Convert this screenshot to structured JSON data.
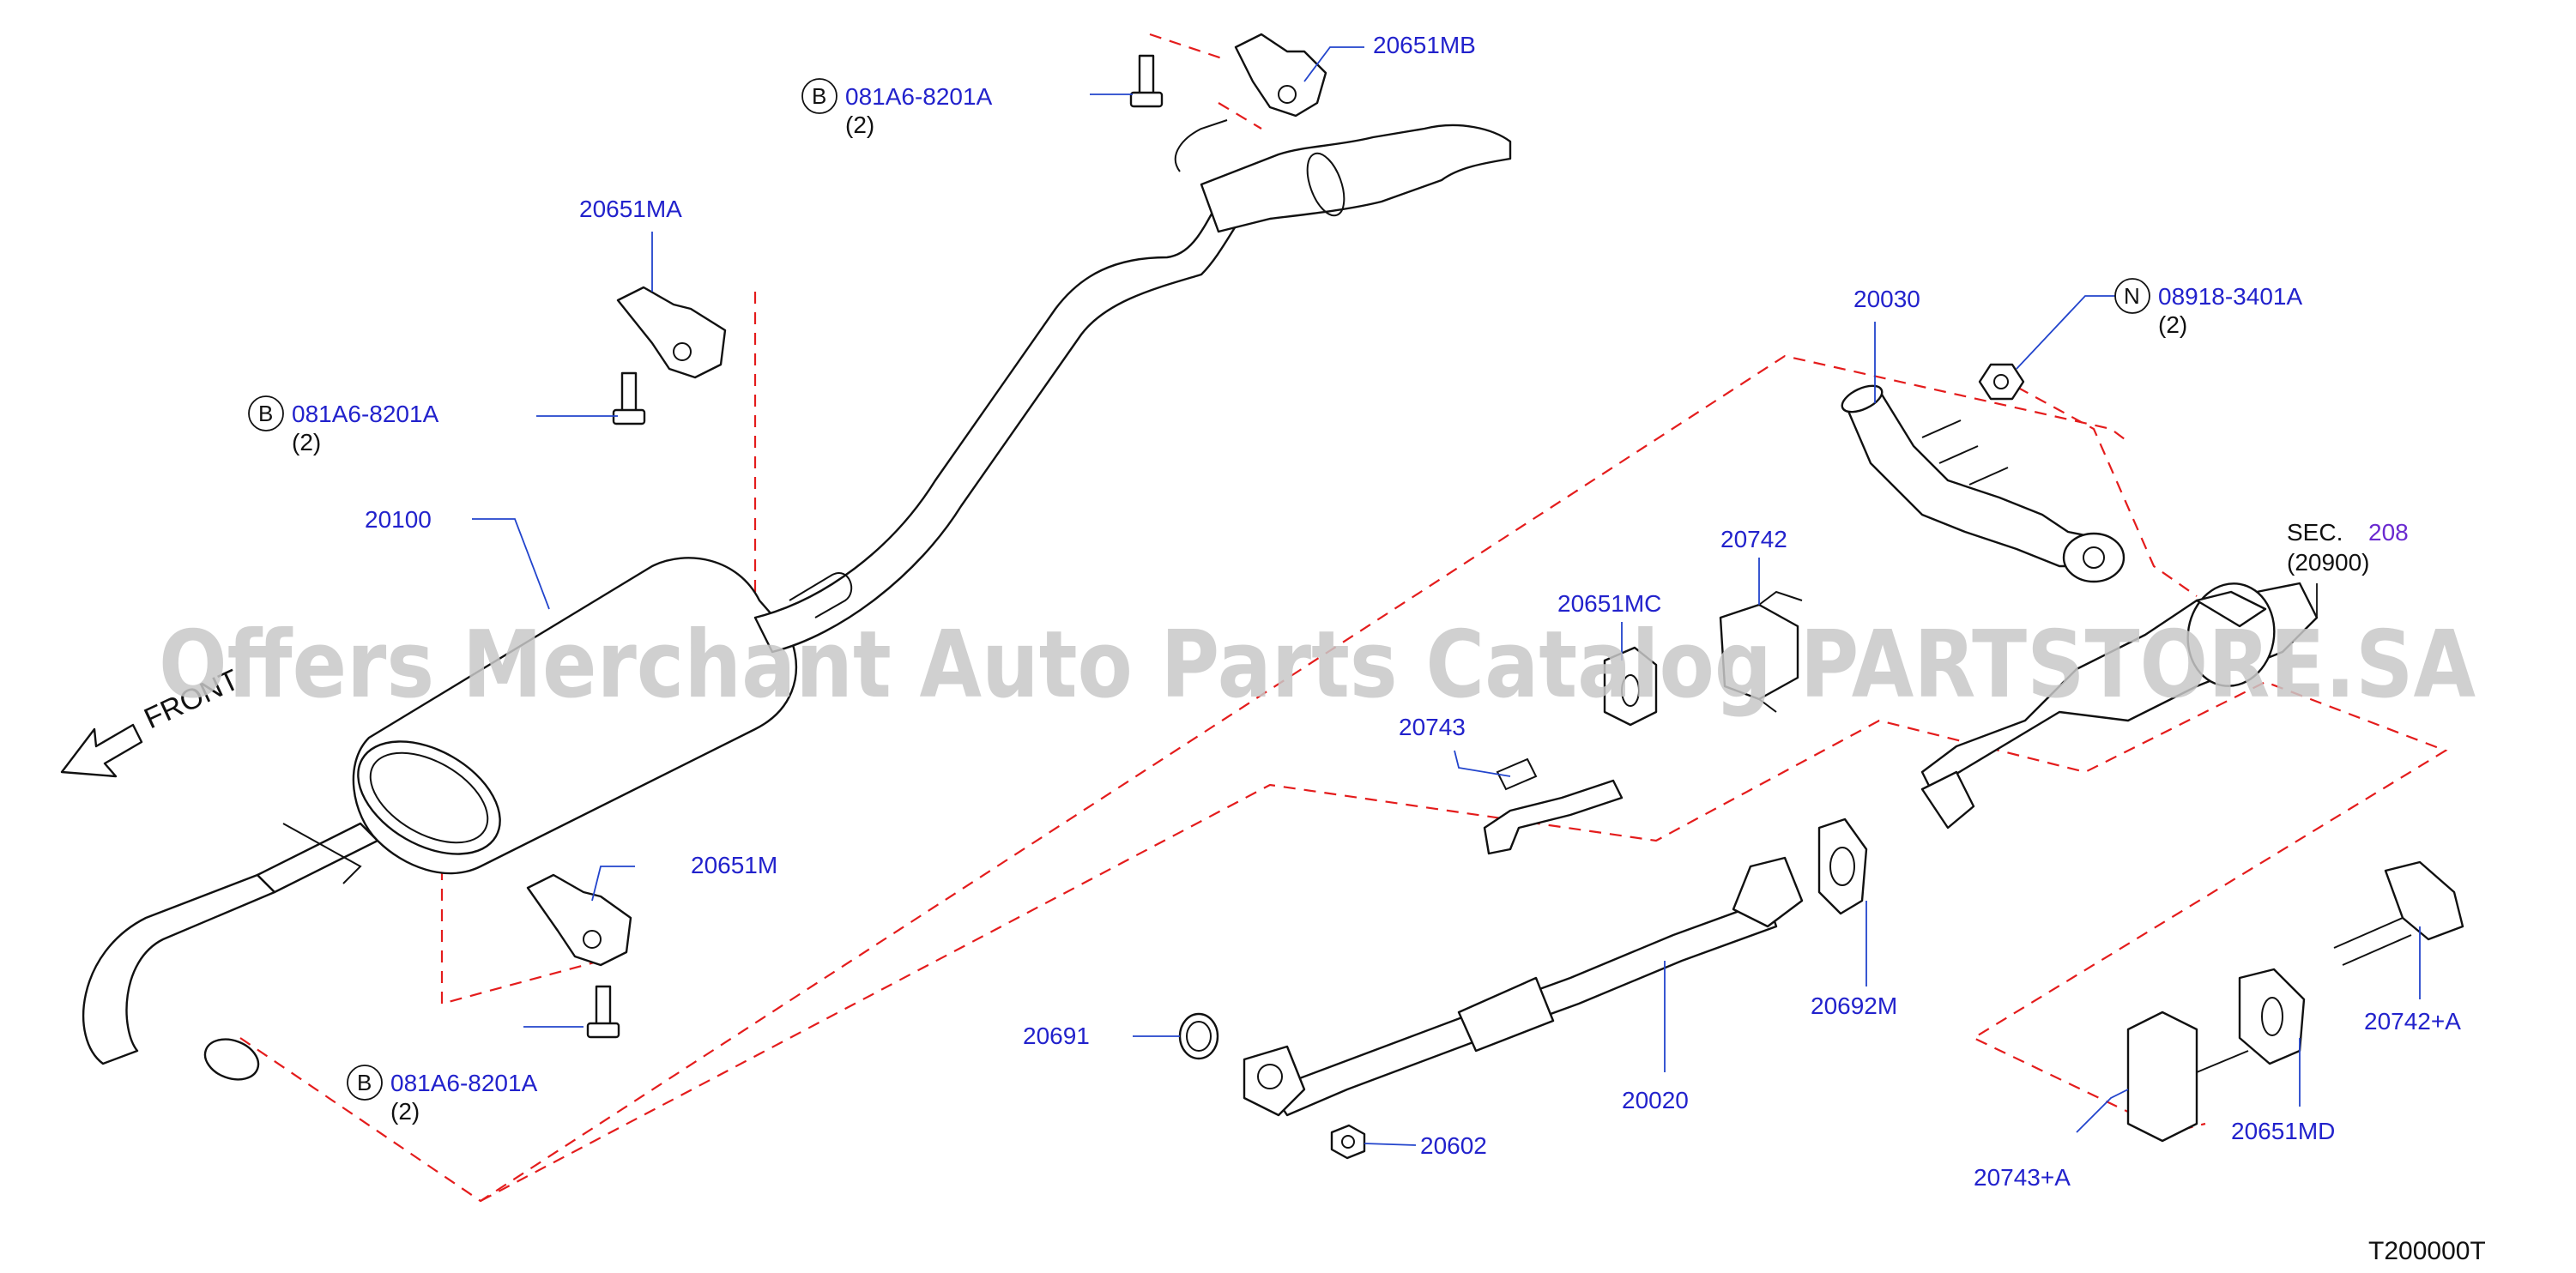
{
  "watermark": "Offers Merchant Auto Parts Catalog PARTSTORE.SA",
  "front_label": "FRONT",
  "diagram_code": "T200000T",
  "bolt_callouts": [
    {
      "letter": "B",
      "part": "081A6-8201A",
      "qty": "(2)"
    },
    {
      "letter": "B",
      "part": "081A6-8201A",
      "qty": "(2)"
    },
    {
      "letter": "B",
      "part": "081A6-8201A",
      "qty": "(2)"
    }
  ],
  "nut_callout": {
    "letter": "N",
    "part": "08918-3401A",
    "qty": "(2)"
  },
  "section_ref": {
    "prefix": "SEC.",
    "number": "208",
    "sub": "(20900)"
  },
  "parts": {
    "mount_mb": "20651MB",
    "mount_ma": "20651MA",
    "main_muffler": "20100",
    "mount_m": "20651M",
    "front_tube": "20030",
    "hanger_20742": "20742",
    "mount_mc": "20651MC",
    "hanger_20743": "20743",
    "gasket_20691": "20691",
    "nut_20602": "20602",
    "center_tube": "20020",
    "gasket_20692m": "20692M",
    "hanger_20742a": "20742+A",
    "mount_md": "20651MD",
    "hanger_20743a": "20743+A"
  }
}
